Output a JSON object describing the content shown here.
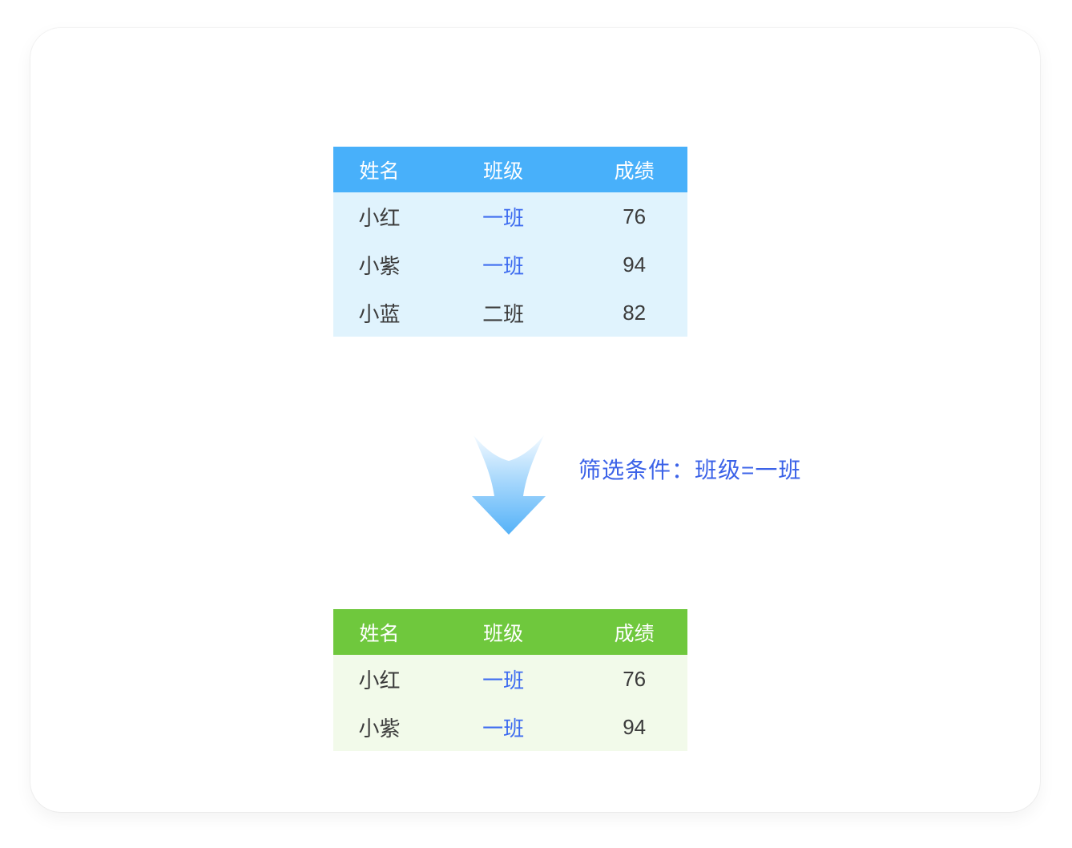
{
  "filter": {
    "label": "筛选条件：班级=一班"
  },
  "source_table": {
    "headers": {
      "name": "姓名",
      "class": "班级",
      "score": "成绩"
    },
    "rows": [
      {
        "name": "小红",
        "class": "一班",
        "score": "76"
      },
      {
        "name": "小紫",
        "class": "一班",
        "score": "94"
      },
      {
        "name": "小蓝",
        "class": "二班",
        "score": "82"
      }
    ]
  },
  "filtered_table": {
    "headers": {
      "name": "姓名",
      "class": "班级",
      "score": "成绩"
    },
    "rows": [
      {
        "name": "小红",
        "class": "一班",
        "score": "76"
      },
      {
        "name": "小紫",
        "class": "一班",
        "score": "94"
      }
    ]
  },
  "colors": {
    "source_header_bg": "#48B0FA",
    "source_body_bg": "#E0F3FD",
    "filtered_header_bg": "#6FC83D",
    "filtered_body_bg": "#F2FAEA",
    "highlight_text": "#3E6CF0",
    "filter_text": "#3C63E8",
    "arrow_top": "#F4FAFF",
    "arrow_bottom": "#55B2F8"
  }
}
